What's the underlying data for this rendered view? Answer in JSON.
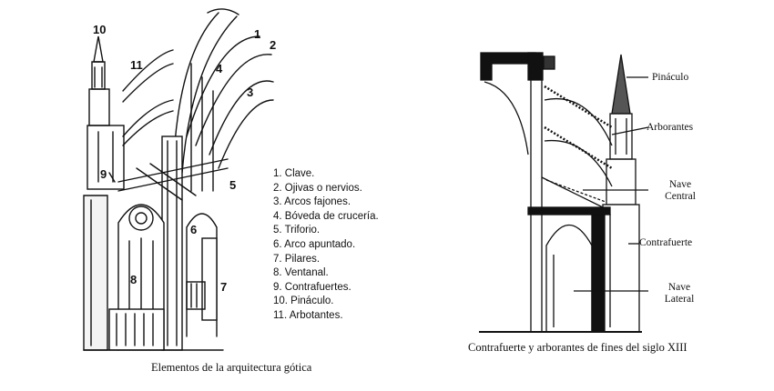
{
  "left_figure": {
    "numbers": [
      "10",
      "11",
      "1",
      "2",
      "4",
      "3",
      "9",
      "5",
      "6",
      "8",
      "7"
    ],
    "legend": [
      "1. Clave.",
      "2. Ojivas o nervios.",
      "3. Arcos fajones.",
      "4. Bóveda de crucería.",
      "5. Triforio.",
      "6. Arco apuntado.",
      "7. Pilares.",
      "8. Ventanal.",
      "9. Contrafuertes.",
      "10. Pináculo.",
      "11. Arbotantes."
    ],
    "caption": "Elementos de la arquitectura gótica"
  },
  "right_figure": {
    "labels": {
      "pinaculo": "Pináculo",
      "arborantes": "Arborantes",
      "nave_central_1": "Nave",
      "nave_central_2": "Central",
      "contrafuerte": "Contrafuerte",
      "nave_lateral_1": "Nave",
      "nave_lateral_2": "Lateral"
    },
    "caption": "Contrafuerte y arborantes de fines del siglo XIII"
  }
}
